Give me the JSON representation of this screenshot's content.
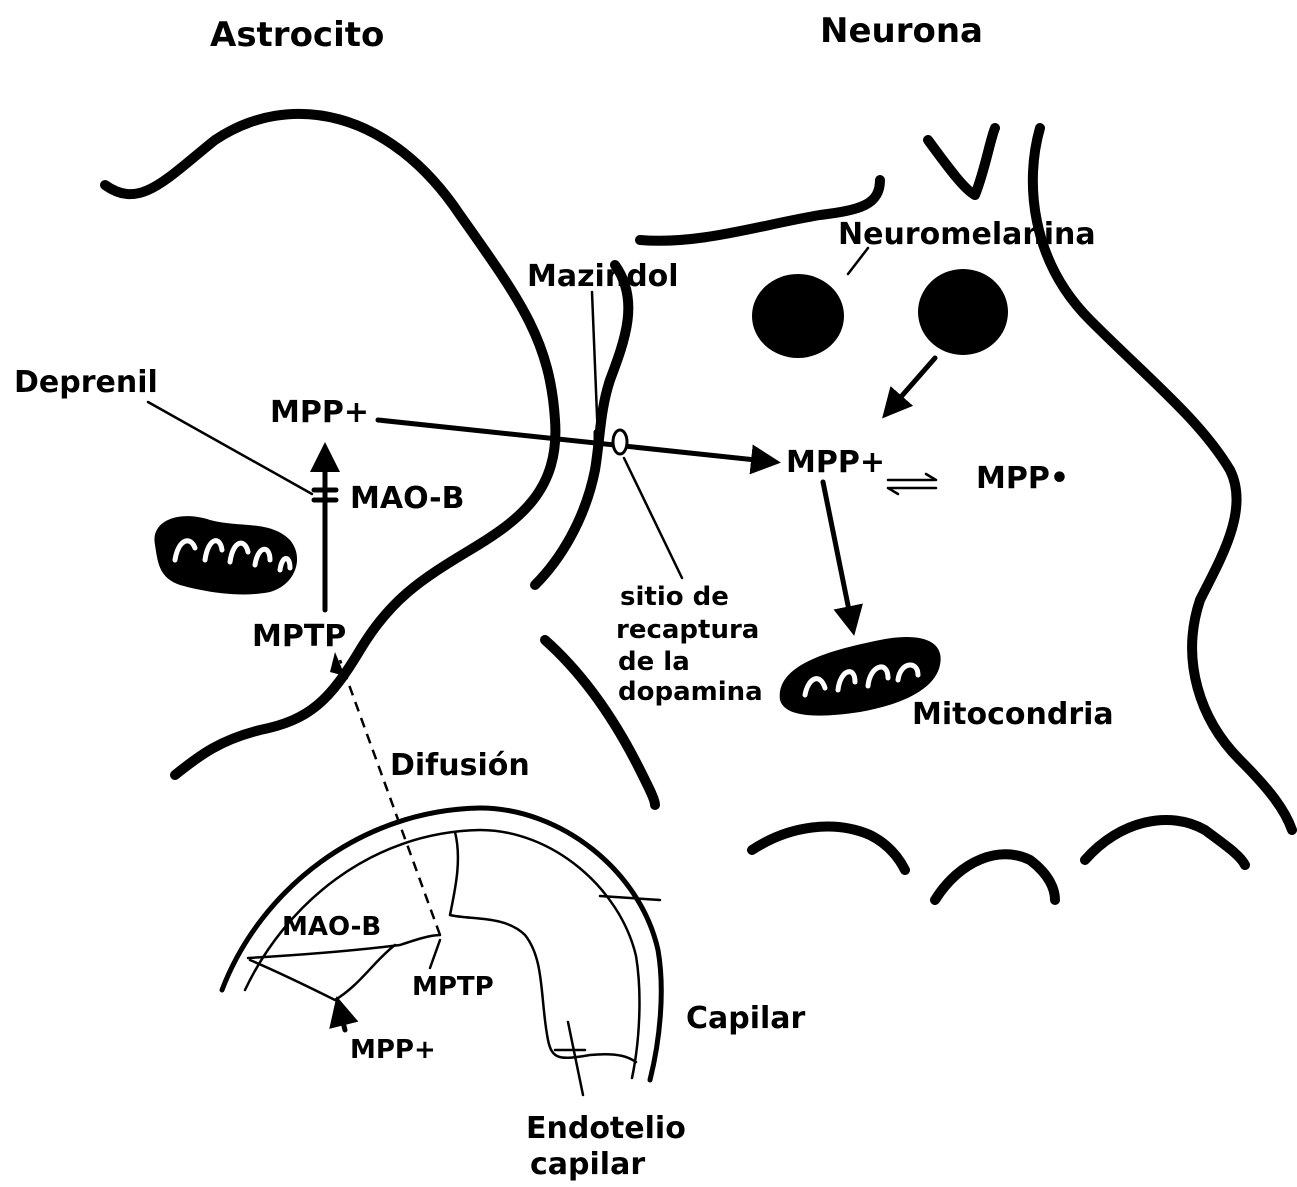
{
  "labels": {
    "astrocito": "Astrocito",
    "neurona": "Neurona",
    "neuromelanina": "Neuromelanina",
    "mazindol": "Mazindol",
    "deprenil": "Deprenil",
    "mpp_astro": "MPP+",
    "mao_b_astro": "MAO-B",
    "mptp_astro": "MPTP",
    "mpp_neuron": "MPP+",
    "mpp_radical": "MPP•",
    "sitio_1": "sitio de",
    "sitio_2": "recaptura",
    "sitio_3": "de la",
    "sitio_4": "dopamina",
    "mitocondria": "Mitocondria",
    "difusion": "Difusión",
    "mao_b_cap": "MAO-B",
    "mptp_cap": "MPTP",
    "mpp_cap": "MPP+",
    "capilar": "Capilar",
    "endotelio_1": "Endotelio",
    "endotelio_2": "capilar"
  }
}
